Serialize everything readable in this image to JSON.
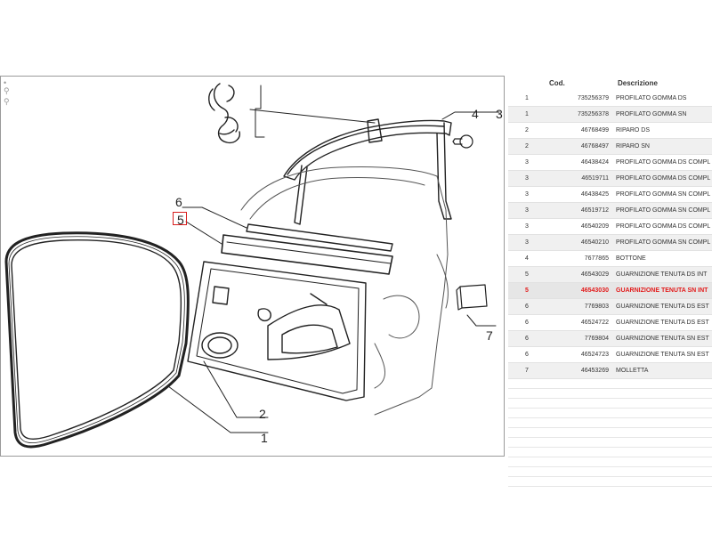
{
  "callouts": [
    "1",
    "2",
    "3",
    "4",
    "5",
    "6",
    "7"
  ],
  "highlight_color": "#d81e1e",
  "selected_color": "#e21a1a",
  "side_icons": [
    "dot-icon",
    "magnify-in-icon",
    "magnify-out-icon"
  ],
  "table": {
    "headers": {
      "pos": "",
      "cod": "Cod.",
      "desc": "Descrizione"
    },
    "rows": [
      {
        "pos": "1",
        "cod": "735256379",
        "desc": "PROFILATO GOMMA DS"
      },
      {
        "pos": "1",
        "cod": "735256378",
        "desc": "PROFILATO GOMMA SN"
      },
      {
        "pos": "2",
        "cod": "46768499",
        "desc": "RIPARO DS"
      },
      {
        "pos": "2",
        "cod": "46768497",
        "desc": "RIPARO SN"
      },
      {
        "pos": "3",
        "cod": "46438424",
        "desc": "PROFILATO GOMMA DS COMPL"
      },
      {
        "pos": "3",
        "cod": "46519711",
        "desc": "PROFILATO GOMMA DS COMPL"
      },
      {
        "pos": "3",
        "cod": "46438425",
        "desc": "PROFILATO GOMMA SN COMPL"
      },
      {
        "pos": "3",
        "cod": "46519712",
        "desc": "PROFILATO GOMMA SN COMPL"
      },
      {
        "pos": "3",
        "cod": "46540209",
        "desc": "PROFILATO GOMMA DS COMPL"
      },
      {
        "pos": "3",
        "cod": "46540210",
        "desc": "PROFILATO GOMMA SN COMPL"
      },
      {
        "pos": "4",
        "cod": "7677865",
        "desc": "BOTTONE"
      },
      {
        "pos": "5",
        "cod": "46543029",
        "desc": "GUARNIZIONE TENUTA DS INT"
      },
      {
        "pos": "5",
        "cod": "46543030",
        "desc": "GUARNIZIONE TENUTA SN INT",
        "selected": true
      },
      {
        "pos": "6",
        "cod": "7769803",
        "desc": "GUARNIZIONE TENUTA DS EST"
      },
      {
        "pos": "6",
        "cod": "46524722",
        "desc": "GUARNIZIONE TENUTA DS EST"
      },
      {
        "pos": "6",
        "cod": "7769804",
        "desc": "GUARNIZIONE TENUTA SN EST"
      },
      {
        "pos": "6",
        "cod": "46524723",
        "desc": "GUARNIZIONE TENUTA SN EST"
      },
      {
        "pos": "7",
        "cod": "46453269",
        "desc": "MOLLETTA"
      }
    ]
  }
}
